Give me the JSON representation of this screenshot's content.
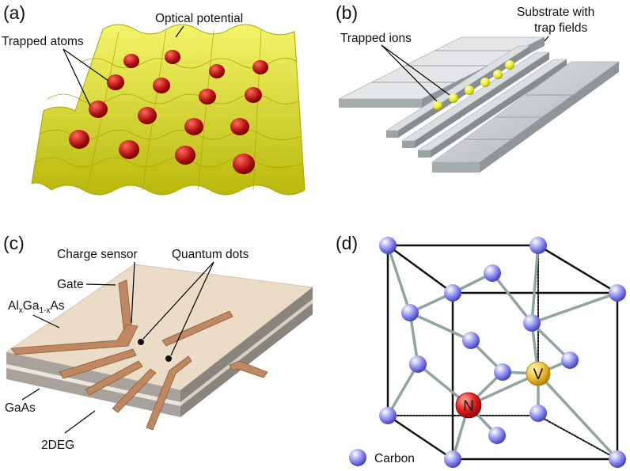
{
  "panels": {
    "a": {
      "label": "(a)",
      "optical_potential": "Optical potential",
      "trapped_atoms": "Trapped atoms",
      "surface_color": "#e0e01c",
      "atom_color": "#b01010"
    },
    "b": {
      "label": "(b)",
      "trapped_ions": "Trapped ions",
      "substrate_line1": "Substrate with",
      "substrate_line2": "trap fields",
      "electrode_color": "#c9cdcf",
      "ion_color": "#e8e820"
    },
    "c": {
      "label": "(c)",
      "charge_sensor": "Charge sensor",
      "quantum_dots": "Quantum dots",
      "gate": "Gate",
      "algaas_al": "Al",
      "algaas_x1": "x",
      "algaas_ga": "Ga",
      "algaas_x2": "1-x",
      "algaas_as": "As",
      "gaas": "GaAs",
      "twodeg": "2DEG",
      "gate_color": "#c08860",
      "substrate_color": "#ebdcc8"
    },
    "d": {
      "label": "(d)",
      "nitrogen": "N",
      "vacancy": "V",
      "carbon": "Carbon",
      "carbon_color": "#6a6ae8",
      "nitrogen_color": "#e02020",
      "vacancy_color": "#f0c030"
    }
  }
}
